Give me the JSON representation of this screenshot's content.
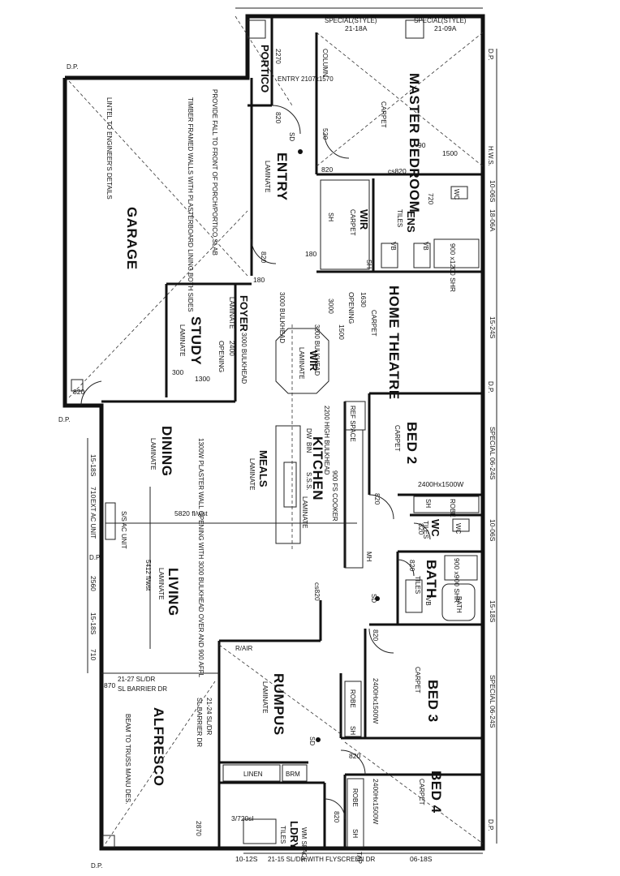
{
  "rooms": {
    "master_bedroom": {
      "name": "MASTER BEDROOM",
      "finish": "CARPET"
    },
    "ens": {
      "name": "ENS",
      "finish": "TILES"
    },
    "wir1": {
      "name": "WIR",
      "finish": "CARPET"
    },
    "entry": {
      "name": "ENTRY",
      "finish": "LAMINATE"
    },
    "portico": {
      "name": "PORTICO"
    },
    "garage": {
      "name": "GARAGE"
    },
    "foyer": {
      "name": "FOYER",
      "finish": "LAMINATE"
    },
    "study": {
      "name": "STUDY",
      "finish": "LAMINATE"
    },
    "home_theatre": {
      "name": "HOME THEATRE",
      "finish": "CARPET"
    },
    "wir2": {
      "name": "WIR",
      "finish": "LAMINATE"
    },
    "bed2": {
      "name": "BED 2",
      "finish": "CARPET"
    },
    "kitchen": {
      "name": "KITCHEN",
      "finish": "LAMINATE"
    },
    "meals": {
      "name": "MEALS",
      "finish": "LAMINATE"
    },
    "dining": {
      "name": "DINING",
      "finish": "LAMINATE"
    },
    "living": {
      "name": "LIVING",
      "finish": "LAMINATE"
    },
    "wc": {
      "name": "WC",
      "finish": "TILES"
    },
    "bath": {
      "name": "BATH",
      "finish": "TILES"
    },
    "bed3": {
      "name": "BED 3",
      "finish": "CARPET"
    },
    "rumpus": {
      "name": "RUMPUS",
      "finish": "LAMINATE"
    },
    "alfresco": {
      "name": "ALFRESCO"
    },
    "bed4": {
      "name": "BED 4",
      "finish": "CARPET"
    },
    "ldry": {
      "name": "LDRY",
      "finish": "TILES"
    }
  },
  "fixtures": {
    "robe": "ROBE",
    "sh": "SH",
    "vb": "VB",
    "wc": "WC",
    "bath": "BATH",
    "linen": "LINEN",
    "brm": "BRM",
    "wm_space": "WM SPACE",
    "ref_space": "REF SPACE",
    "dw": "DW",
    "bin": "BIN",
    "mh": "MH",
    "r_air": "R/AIR",
    "tap": "TAP",
    "sd": "SD"
  },
  "notes": {
    "garage_walls": "TIMBER FRAMED WALLS WITH PLASTERBOARD LINING BOTH SIDES",
    "porch_fall": "PROVIDE FALL TO FRONT OF PORCH/PORTICO SLAB",
    "lintel": "LINTEL TO ENGINEER'S DETAILS",
    "meals_opening": "1300W PLASTER WALL OPENING WITH 3000 BULKHEAD OVER AND 900 AFFL",
    "bulkhead_3000": "3000 BULKHEAD",
    "bulkhead_2200": "2200 HIGH BULKHEAD",
    "cooker": "900 FS COOKER",
    "sss": "S.S.S.",
    "fl_wst_5820": "5820 fl/wst",
    "fl_wst_5412": "5412 fl/wst",
    "ac_unit": "S/S AC UNIT",
    "ext_ac_unit": "EXT AC UNIT",
    "beam": "BEAM TO TRUSS MANU DES.",
    "alfresco_door1": "21-27 SL/DR",
    "alfresco_barrier1": "SL BARRIER DR",
    "alfresco_door2": "21-24 SL/DR",
    "alfresco_barrier2": "SL BARRIER DR",
    "flyscreen": "21-15 SL/DR WITH FLYSCREEN DR",
    "column": "COLUMN",
    "special_style_1": "SPECIAL(STYLE)",
    "special_style_2": "SPECIAL(STYLE)",
    "entry_door": "ENTRY 2107x1570",
    "dp": "D.P.",
    "hws": "H.W.S."
  },
  "dimensions": {
    "d_2270": "2270",
    "d_820": "820",
    "d_520": "520",
    "d_90": "90",
    "d_1500": "1500",
    "d_cs820": "cs820",
    "d_720": "720",
    "d_3000": "3000",
    "d_1630": "1630",
    "d_2400": "2400",
    "d_300": "300",
    "d_1300": "1300",
    "d_180": "180",
    "d_710": "710",
    "d_2560": "2560",
    "d_2870": "2870",
    "d_870": "870",
    "d_3720": "3/720sl",
    "shr_900": "900 x1200 SHR",
    "shr_bath": "900 x900 SHR",
    "d_2400x1500": "2400Hx1500W",
    "d_2400x1500w": "2400Hx1500W",
    "d_opening": "OPENING"
  },
  "windows": {
    "w_21_18a": "21-18A",
    "w_21_09a": "21-09A",
    "w_10_06s": "10-06S",
    "w_18_06a": "18-06A",
    "w_15_24s": "15-24S",
    "w_special_1": "SPECIAL 06-24S",
    "w_10_06s_b": "10-06S",
    "w_15_18s": "15-18S",
    "w_special_2": "SPECIAL 06-24S",
    "w_15_18s_b": "15-18S",
    "w_10_12s": "10-12S",
    "w_06_18s": "06-18S",
    "w_15_18s_c": "15-18S"
  },
  "colors": {
    "ink": "#111111",
    "paper": "#ffffff"
  }
}
